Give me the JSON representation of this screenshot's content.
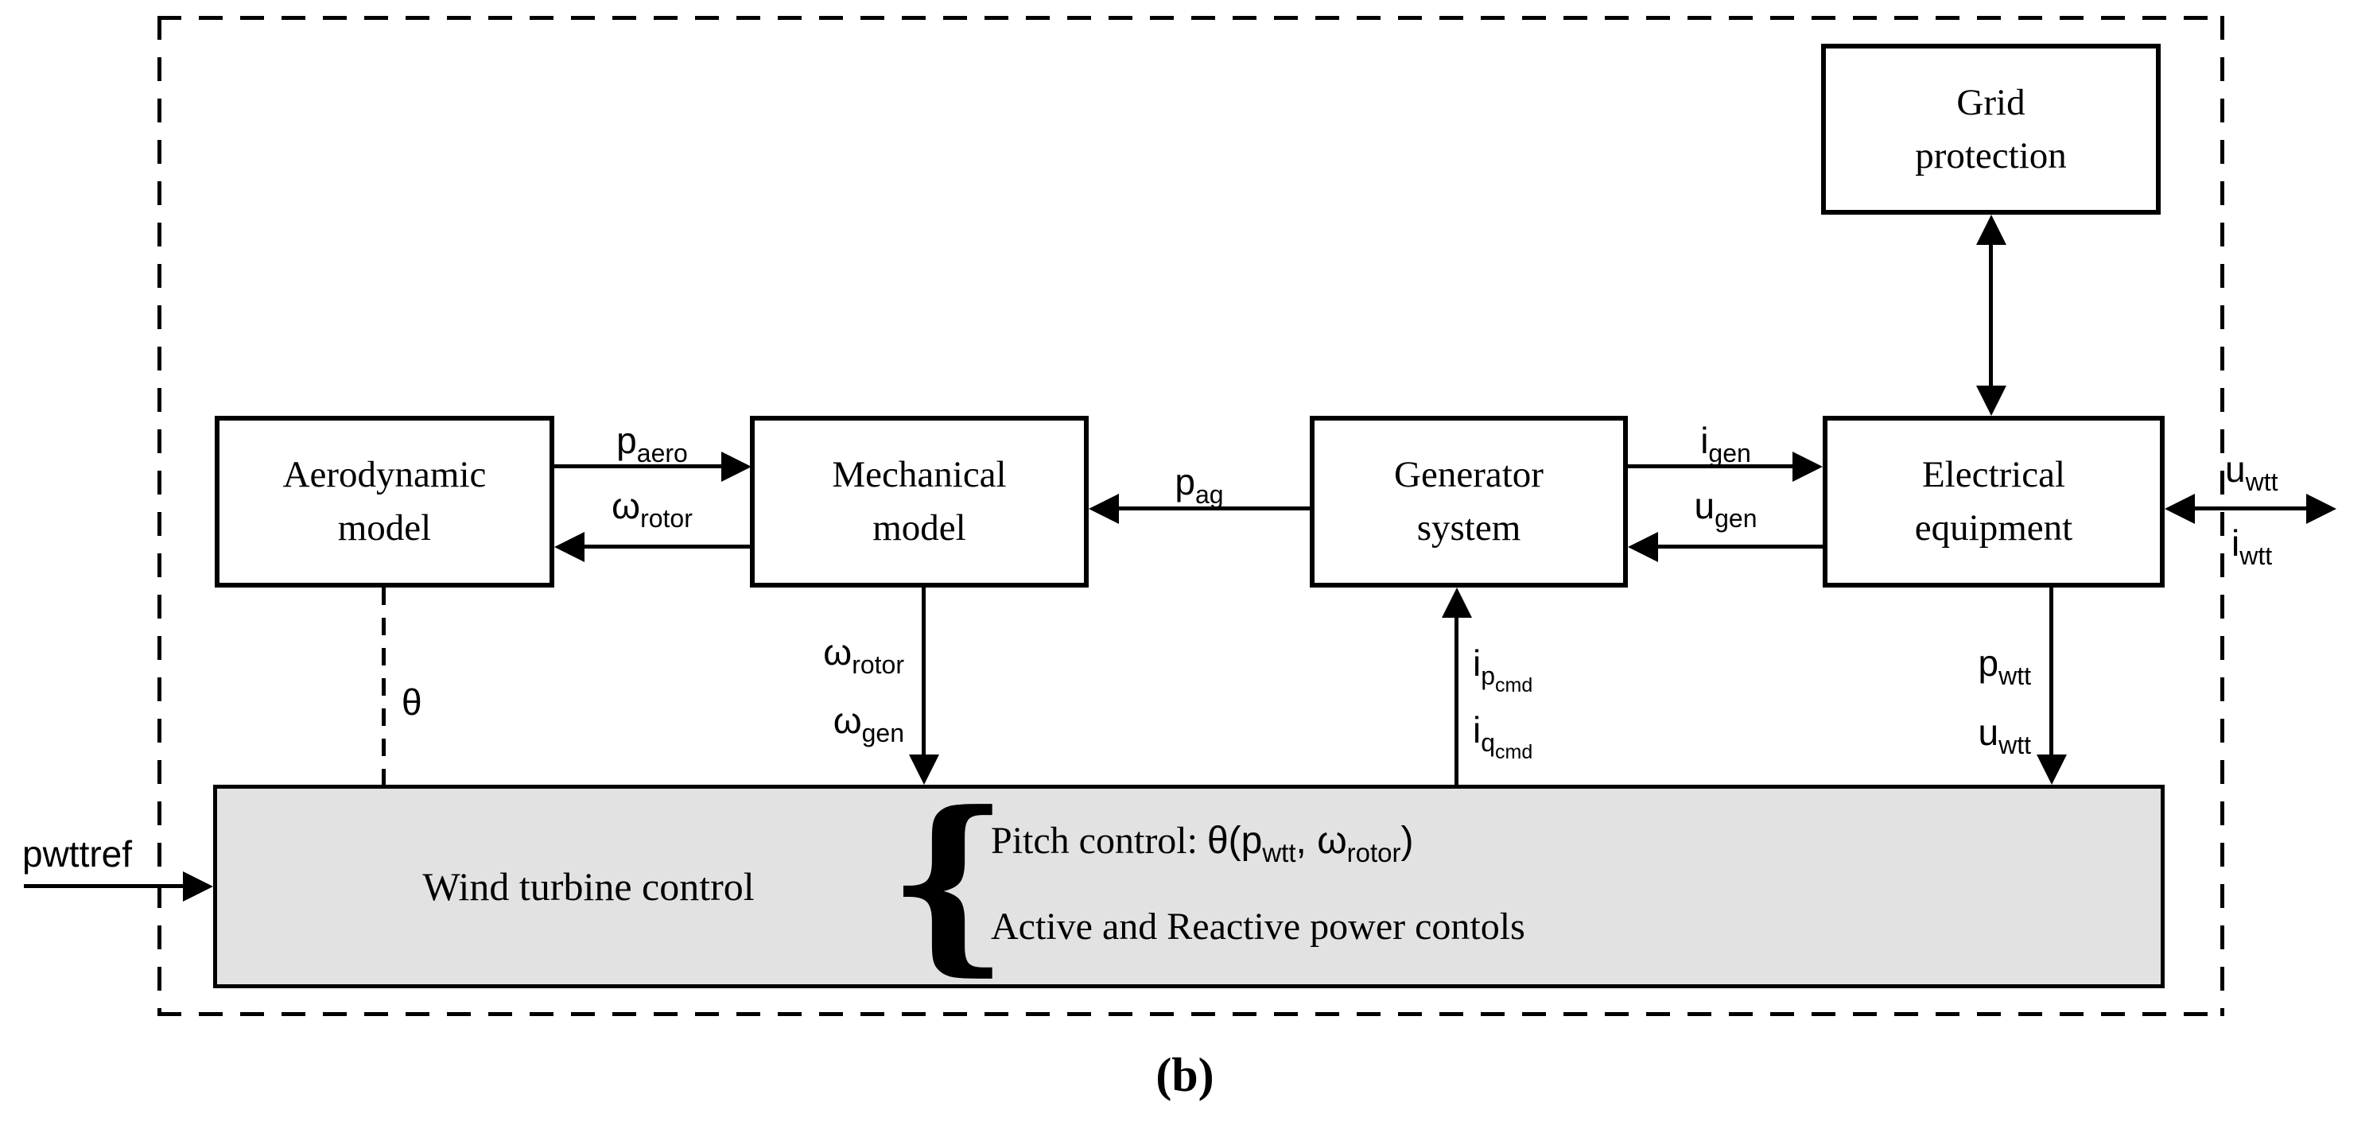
{
  "figure": {
    "caption": "(b)"
  },
  "colors": {
    "line": "#000000",
    "background": "#ffffff",
    "control_box_fill": "#e2e2e2"
  },
  "blocks": {
    "grid_protection": {
      "line1": "Grid",
      "line2": "protection"
    },
    "aerodynamic_model": {
      "line1": "Aerodynamic",
      "line2": "model"
    },
    "mechanical_model": {
      "line1": "Mechanical",
      "line2": "model"
    },
    "generator_system": {
      "line1": "Generator",
      "line2": "system"
    },
    "electrical_equipment": {
      "line1": "Electrical",
      "line2": "equipment"
    },
    "wind_turbine_control": {
      "title": "Wind turbine control",
      "brace": "{",
      "pitch_prefix": "Pitch control: ",
      "pitch_open": "θ(p",
      "pitch_sub1": "wtt",
      "pitch_mid": ", ω",
      "pitch_sub2": "rotor",
      "pitch_close": ")",
      "power_line": "Active and Reactive power contols"
    }
  },
  "signals": {
    "p_aero": {
      "base": "p",
      "sub": "aero"
    },
    "omega_rotor": {
      "base": "ω",
      "sub": "rotor"
    },
    "omega_gen": {
      "base": "ω",
      "sub": "gen"
    },
    "p_ag": {
      "base": "p",
      "sub": "ag"
    },
    "i_gen": {
      "base": "i",
      "sub": "gen"
    },
    "u_gen": {
      "base": "u",
      "sub": "gen"
    },
    "i_p_cmd": {
      "base": "i",
      "sub": "p",
      "subsub": "cmd"
    },
    "i_q_cmd": {
      "base": "i",
      "sub": "q",
      "subsub": "cmd"
    },
    "p_wtt": {
      "base": "p",
      "sub": "wtt"
    },
    "u_wtt": {
      "base": "u",
      "sub": "wtt"
    },
    "i_wtt": {
      "base": "i",
      "sub": "wtt"
    },
    "theta": {
      "base": "θ"
    },
    "p_wtt_ref": {
      "label": "pwttref"
    }
  }
}
